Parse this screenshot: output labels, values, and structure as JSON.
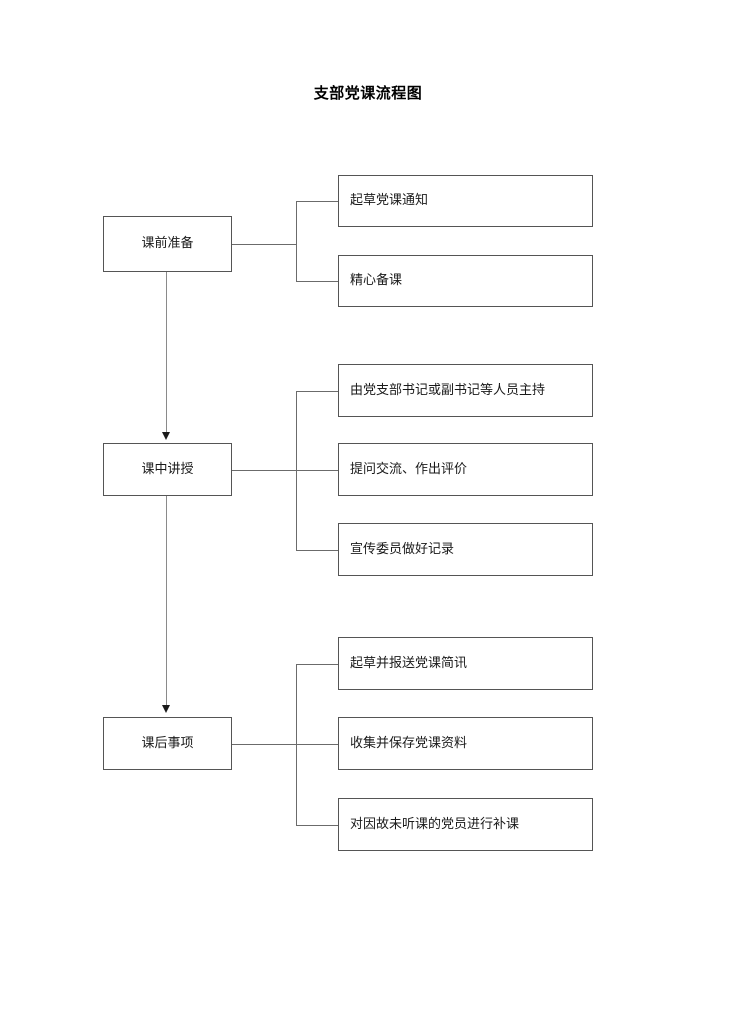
{
  "document": {
    "title": "支部党课流程图",
    "page_background": "#ffffff",
    "box_border_color": "#555555",
    "connector_color": "#6b6b6b",
    "text_color": "#1a1a1a"
  },
  "chart_data": {
    "type": "diagram",
    "title": "支部党课流程图",
    "layout": "vertical stage chain with right-branching task brackets",
    "stages": [
      {
        "label": "课前准备",
        "tasks": [
          "起草党课通知",
          "精心备课"
        ]
      },
      {
        "label": "课中讲授",
        "tasks": [
          "由党支部书记或副书记等人员主持",
          "提问交流、作出评价",
          "宣传委员做好记录"
        ]
      },
      {
        "label": "课后事项",
        "tasks": [
          "起草并报送党课简讯",
          "收集并保存党课资料",
          "对因故未听课的党员进行补课"
        ]
      }
    ],
    "flow_arrows": [
      {
        "from": "课前准备",
        "to": "课中讲授"
      },
      {
        "from": "课中讲授",
        "to": "课后事项"
      }
    ]
  }
}
